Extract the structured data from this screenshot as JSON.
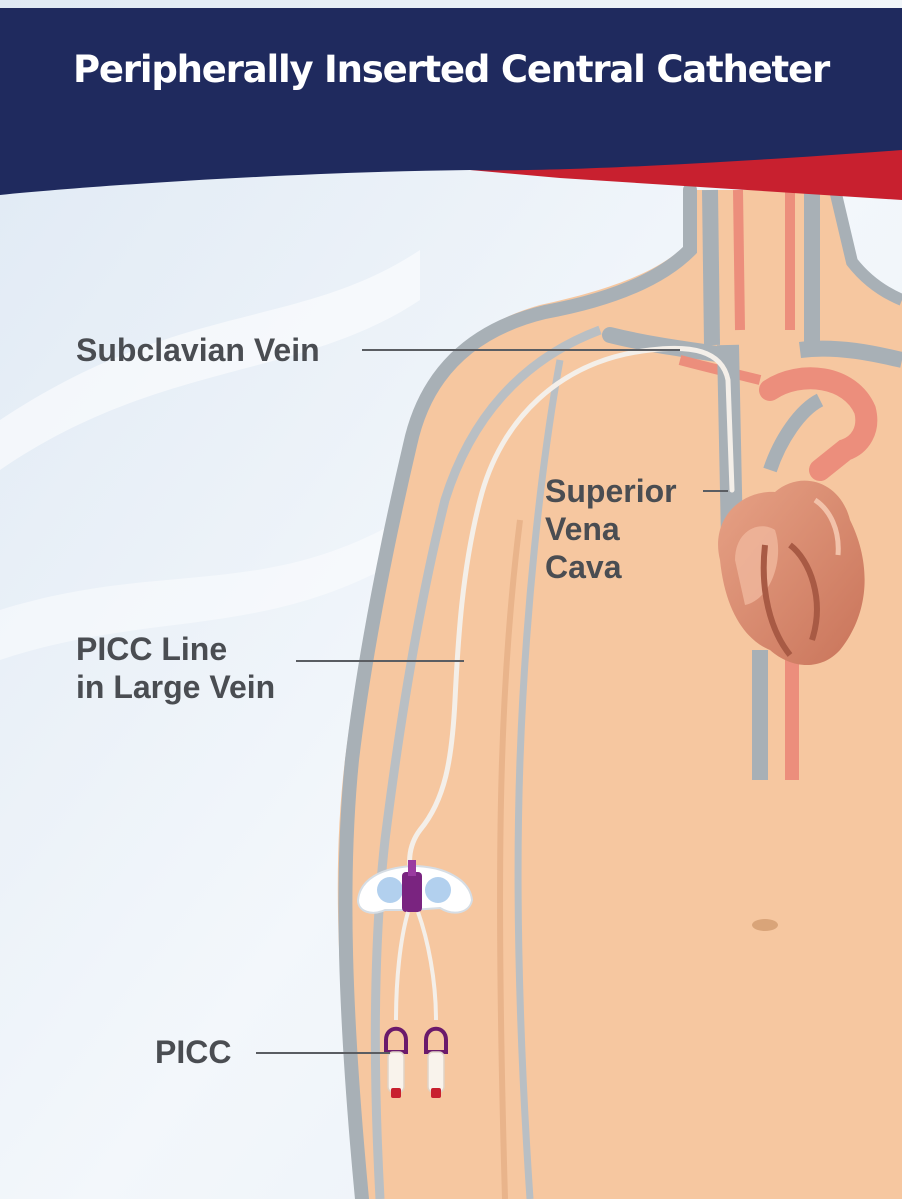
{
  "title": "Peripherally Inserted Central Catheter",
  "labels": {
    "subclavian": [
      "Subclavian Vein"
    ],
    "svc": [
      "Superior",
      "Vena",
      "Cava"
    ],
    "picc_line": [
      "PICC Line",
      "in Large Vein"
    ],
    "picc": [
      "PICC"
    ]
  },
  "colors": {
    "header": "#1f2a5e",
    "accent": "#c8202f",
    "skin": "#f6c7a0",
    "vein": "#a8b0b6",
    "artery": "#ec8e7c",
    "heart": "#d98a6c",
    "catheter": "#f4efe9",
    "clamp": "#6b1a6b",
    "label_text": "#4a4d52",
    "leader_line": "#5a5d62"
  }
}
